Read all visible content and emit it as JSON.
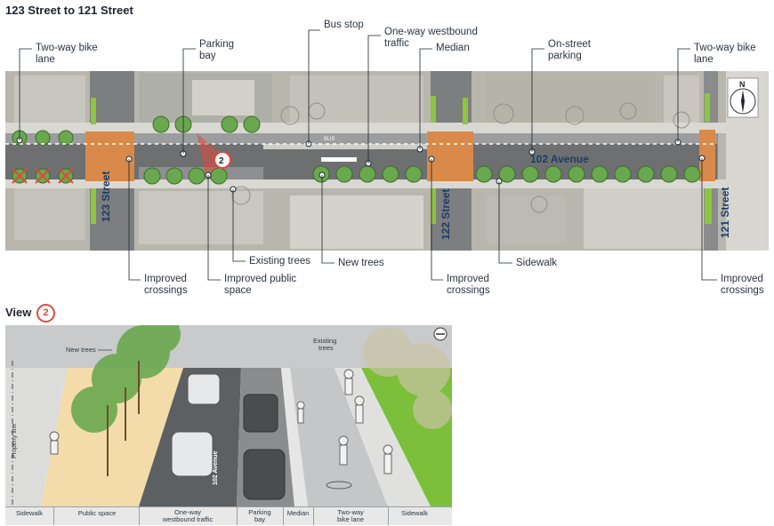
{
  "title": "123 Street to 121 Street",
  "plan": {
    "callouts": {
      "two_way_bike_lane_left": "Two-way bike\nlane",
      "parking_bay": "Parking\nbay",
      "bus_stop": "Bus stop",
      "one_way_westbound": "One-way westbound\ntraffic",
      "median": "Median",
      "on_street_parking": "On-street\nparking",
      "two_way_bike_lane_right": "Two-way bike\nlane",
      "existing_trees": "Existing trees",
      "new_trees": "New trees",
      "sidewalk": "Sidewalk",
      "improved_crossings_1": "Improved\ncrossings",
      "improved_public_space": "Improved public\nspace",
      "improved_crossings_2": "Improved\ncrossings",
      "improved_crossings_3": "Improved\ncrossings"
    },
    "streets": {
      "s123": "123 Street",
      "s122": "122 Street",
      "s121": "121 Street",
      "avenue": "102 Avenue"
    },
    "compass": "N",
    "view_marker": "2",
    "bus_label": "BUS"
  },
  "view": {
    "title": "View",
    "number": "2",
    "labels": {
      "new_trees": "New trees",
      "existing_trees": "Existing\ntrees",
      "property_line": "Property line",
      "avenue": "102 Avenue"
    },
    "strips": [
      "Sidewalk",
      "Public space",
      "One-way\nwestbound traffic",
      "Parking\nbay",
      "Median",
      "Two-way\nbike lane",
      "Sidewalk"
    ]
  },
  "colors": {
    "road": "#6d6f70",
    "bike_lane": "#c9c9c9",
    "crossing": "#d9894a",
    "tree": "#6aa84f",
    "public_space": "#f4dcaa",
    "green_strip": "#7cbf3a",
    "street_label": "#1c3d66",
    "accent_red": "#e0483a"
  }
}
